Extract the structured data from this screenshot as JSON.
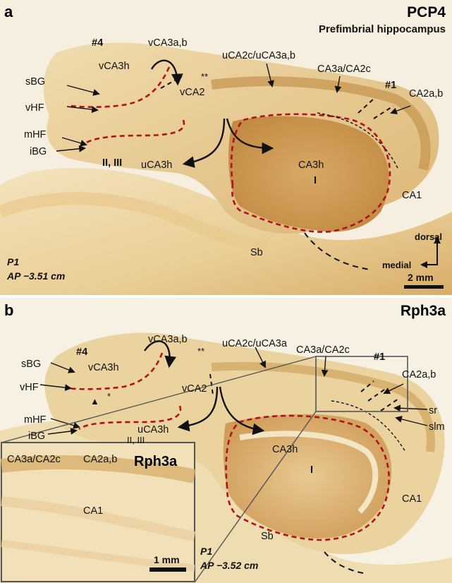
{
  "panel_a": {
    "letter": "a",
    "stain": "PCP4",
    "subtitle": "Prefimbrial hippocampus",
    "labels": {
      "hash4": "#4",
      "hash1": "#1",
      "vca3ab": "vCA3a,b",
      "vca3h": "vCA3h",
      "vca2": "vCA2",
      "stars": "**",
      "uca2c": "uCA2c/uCA3a,b",
      "ca3a_ca2c": "CA3a/CA2c",
      "ca2ab": "CA2a,b",
      "sbg": "sBG",
      "vhf": "vHF",
      "mhf": "mHF",
      "ibg": "iBG",
      "ii_iii": "II, III",
      "uca3h": "uCA3h",
      "ca3h": "CA3h",
      "layer_i": "I",
      "ca1": "CA1",
      "sb": "Sb",
      "p1": "P1",
      "ap": "AP −3.51 cm",
      "dorsal": "dorsal",
      "medial": "medial",
      "scale": "2 mm"
    }
  },
  "panel_b": {
    "letter": "b",
    "stain": "Rph3a",
    "labels": {
      "hash4": "#4",
      "hash1": "#1",
      "vca3ab": "vCA3a,b",
      "vca3h": "vCA3h",
      "vca2": "vCA2",
      "stars": "**",
      "star": "*",
      "triangle": "▲",
      "uca2c": "uCA2c/uCA3a",
      "ca3a_ca2c": "CA3a/CA2c",
      "ca2ab": "CA2a,b",
      "sr": "sr",
      "slm": "slm",
      "sbg": "sBG",
      "vhf": "vHF",
      "mhf": "mHF",
      "ibg": "iBG",
      "ii_iii": "II, III",
      "uca3h": "uCA3h",
      "ca3h": "CA3h",
      "layer_i": "I",
      "ca1": "CA1",
      "sb": "Sb",
      "p1": "P1",
      "ap": "AP −3.52 cm"
    },
    "inset": {
      "stain": "Rph3a",
      "ca3a_ca2c": "CA3a/CA2c",
      "ca2ab": "CA2a,b",
      "ca1": "CA1",
      "scale": "1 mm"
    }
  },
  "colors": {
    "tissue_light": "#f1dfb4",
    "tissue_mid": "#e2bd7c",
    "tissue_dark": "#c8974f",
    "boundary_red": "#b0121b",
    "background": "#f7f2e6"
  }
}
